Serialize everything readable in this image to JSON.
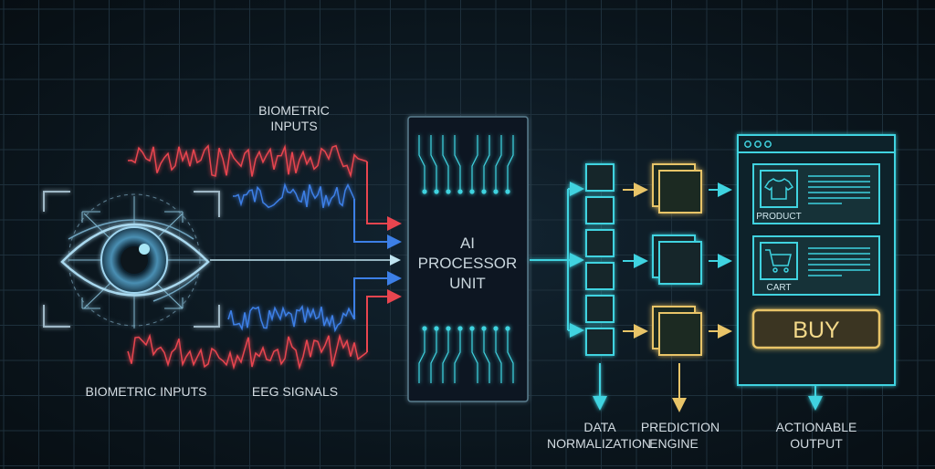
{
  "labels": {
    "biometric_top_line1": "BIOMETRIC",
    "biometric_top_line2": "INPUTS",
    "biometric_bottom": "BIOMETRIC INPUTS",
    "eeg": "EEG SIGNALS",
    "processor_line1": "AI",
    "processor_line2": "PROCESSOR",
    "processor_line3": "UNIT",
    "data_line1": "DATA",
    "data_line2": "NORMALIZATION",
    "prediction_line1": "PREDICTION",
    "prediction_line2": "ENGINE",
    "output_line1": "ACTIONABLE",
    "output_line2": "OUTPUT"
  },
  "output_window": {
    "product_label": "PRODUCT",
    "cart_label": "CART",
    "buy_label": "BUY"
  },
  "colors": {
    "cyan": "#3fd3e0",
    "yellow": "#e8c468",
    "red": "#e8454f",
    "blue": "#3c7fe6",
    "eye": "#9fd4ee"
  }
}
